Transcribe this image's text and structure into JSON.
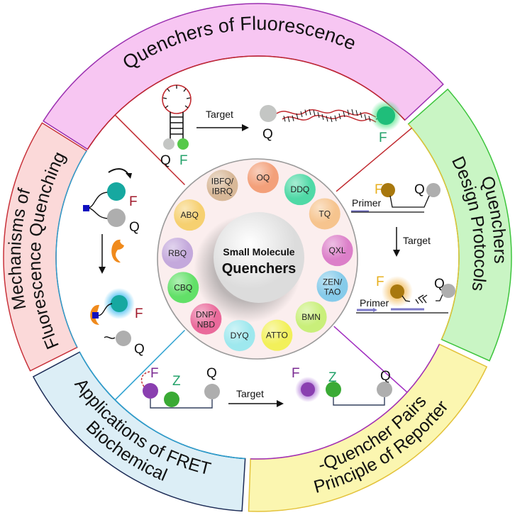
{
  "segments": [
    {
      "id": "quenchers-of-fluorescence",
      "lines": [
        "Quenchers of Fluorescence"
      ],
      "fill": "#f7c6f2",
      "stroke": "#9b2fb0"
    },
    {
      "id": "design-protocols",
      "lines": [
        "Quenchers",
        "Design Protocols"
      ],
      "fill": "#c9f5c4",
      "stroke": "#3cc43c"
    },
    {
      "id": "reporter-quencher-pairs",
      "lines": [
        "Principle  of Reporter",
        "-Quencher Pairs"
      ],
      "fill": "#fbf6b0",
      "stroke": "#e3c23a"
    },
    {
      "id": "biochemical-applications",
      "lines": [
        "Biochemical",
        "Applications of FRET"
      ],
      "fill": "#dceef6",
      "stroke": "#1b2a55"
    },
    {
      "id": "mechanisms",
      "lines": [
        "Mechanisms of",
        "Fluorescence Quenching"
      ],
      "fill": "#fbd9d9",
      "stroke": "#c8323a"
    }
  ],
  "center": {
    "line1": "Small Molecule",
    "line2": "Quenchers"
  },
  "quenchers": [
    {
      "label": "OQ",
      "color": "#f3a07a"
    },
    {
      "label": "DDQ",
      "color": "#4fd9a6"
    },
    {
      "label": "TQ",
      "color": "#f6c48e"
    },
    {
      "label": "QXL",
      "color": "#dc7fc9"
    },
    {
      "label": "ZEN/\nTAO",
      "color": "#86cbea"
    },
    {
      "label": "BMN",
      "color": "#c9ef7a"
    },
    {
      "label": "ATTO",
      "color": "#f2f05a"
    },
    {
      "label": "DYQ",
      "color": "#9ee8ee"
    },
    {
      "label": "DNP/\nNBD",
      "color": "#ea6a9b"
    },
    {
      "label": "CBQ",
      "color": "#62e068"
    },
    {
      "label": "RBQ",
      "color": "#c4a9dc"
    },
    {
      "label": "ABQ",
      "color": "#f6d070"
    },
    {
      "label": "IBFQ/\nIBRQ",
      "color": "#d8b898"
    }
  ],
  "panels": {
    "top": {
      "target_label": "Target",
      "q": "Q",
      "f": "F"
    },
    "right": {
      "primer1": "Primer",
      "primer2": "Primer",
      "target_label": "Target",
      "f": "F",
      "q": "Q"
    },
    "bottom": {
      "target_label": "Target",
      "f": "F",
      "z": "Z",
      "q": "Q"
    },
    "left": {
      "f": "F",
      "q": "Q"
    }
  },
  "colors": {
    "fluor_green": "#2ec47e",
    "quencher_gray": "#b0b0b0",
    "teal": "#16a8a0",
    "orange": "#f08a1c",
    "blue_square": "#1010c0",
    "brown": "#b8860b",
    "purple": "#8a3fb0",
    "z_green": "#3aaa35",
    "dark_red_text": "#a0182a",
    "primer_blue": "#7b78c8",
    "letter_green": "#23a26a",
    "letter_gold": "#e8b020",
    "letter_purple": "#7a2a92"
  }
}
